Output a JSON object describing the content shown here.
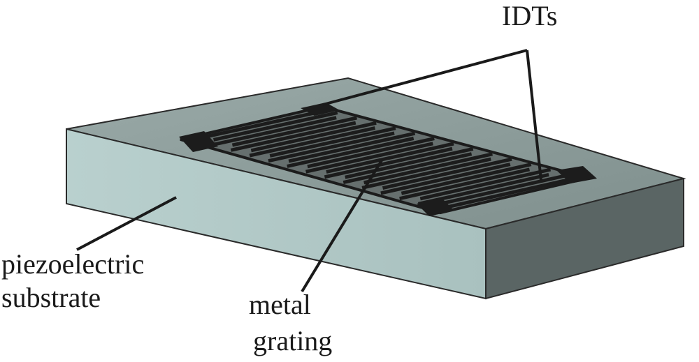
{
  "labels": {
    "idts": "IDTs",
    "substrate_line1": "piezoelectric",
    "substrate_line2": "substrate",
    "grating_line1": "metal",
    "grating_line2": "grating"
  },
  "colors": {
    "substrate_top": "#8d9d9b",
    "substrate_front": "#b2cac8",
    "substrate_side": "#5a6564",
    "grating": "#1c1c1c",
    "outline": "#2a2a2a"
  },
  "grating": {
    "finger_count": 27
  }
}
